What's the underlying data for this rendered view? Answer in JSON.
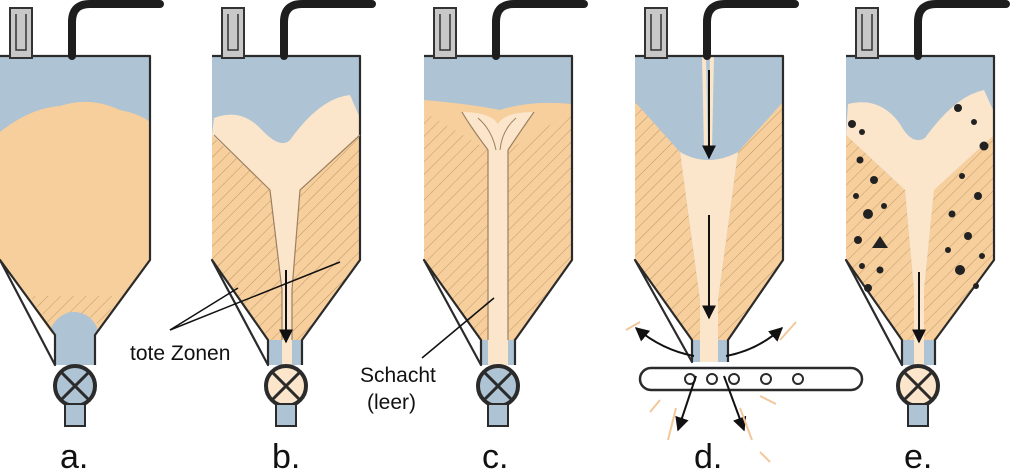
{
  "figure": {
    "panels": [
      {
        "id": "a",
        "label": "a."
      },
      {
        "id": "b",
        "label": "b."
      },
      {
        "id": "c",
        "label": "c."
      },
      {
        "id": "d",
        "label": "d."
      },
      {
        "id": "e",
        "label": "e."
      }
    ],
    "annotations": {
      "dead_zones": "tote Zonen",
      "shaft_line1": "Schacht",
      "shaft_line2": "(leer)"
    },
    "colors": {
      "air": "#aec3d3",
      "bulk_material": "#f7cf9c",
      "flow_channel": "#fbe6cb",
      "outline": "#2b2b2b"
    }
  }
}
